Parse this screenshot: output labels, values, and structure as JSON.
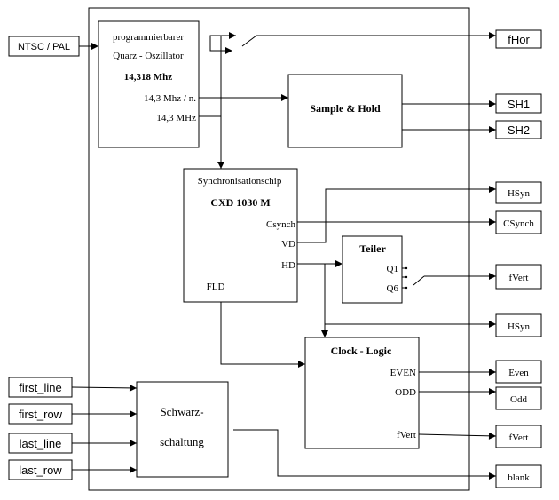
{
  "oscillator": {
    "line1": "programmierbarer",
    "line2": "Quarz - Oszillator",
    "freq": "14,318 Mhz",
    "out_div": "14,3 Mhz / n.",
    "out_full": "14,3 MHz"
  },
  "sample_hold": {
    "label": "Sample & Hold"
  },
  "sync_chip": {
    "title": "Synchronisationschip",
    "model": "CXD 1030 M",
    "csynch": "Csynch",
    "vd": "VD",
    "hd": "HD",
    "fld": "FLD"
  },
  "teiler": {
    "title": "Teiler",
    "q1": "Q1",
    "q6": "Q6"
  },
  "clock_logic": {
    "title": "Clock - Logic",
    "even": "EVEN",
    "odd": "ODD",
    "fvert": "fVert"
  },
  "schwarz": {
    "line1": "Schwarz-",
    "line2": "schaltung"
  },
  "inputs": {
    "ntsc_pal": "NTSC / PAL",
    "first_line": "first_line",
    "first_row": "first_row",
    "last_line": "last_line",
    "last_row": "last_row"
  },
  "outputs": {
    "fhor": "fHor",
    "sh1": "SH1",
    "sh2": "SH2",
    "hsyn1": "HSyn",
    "csynch": "CSynch",
    "fvert1": "fVert",
    "hsyn2": "HSyn",
    "even": "Even",
    "odd": "Odd",
    "fvert2": "fVert",
    "blank": "blank"
  }
}
